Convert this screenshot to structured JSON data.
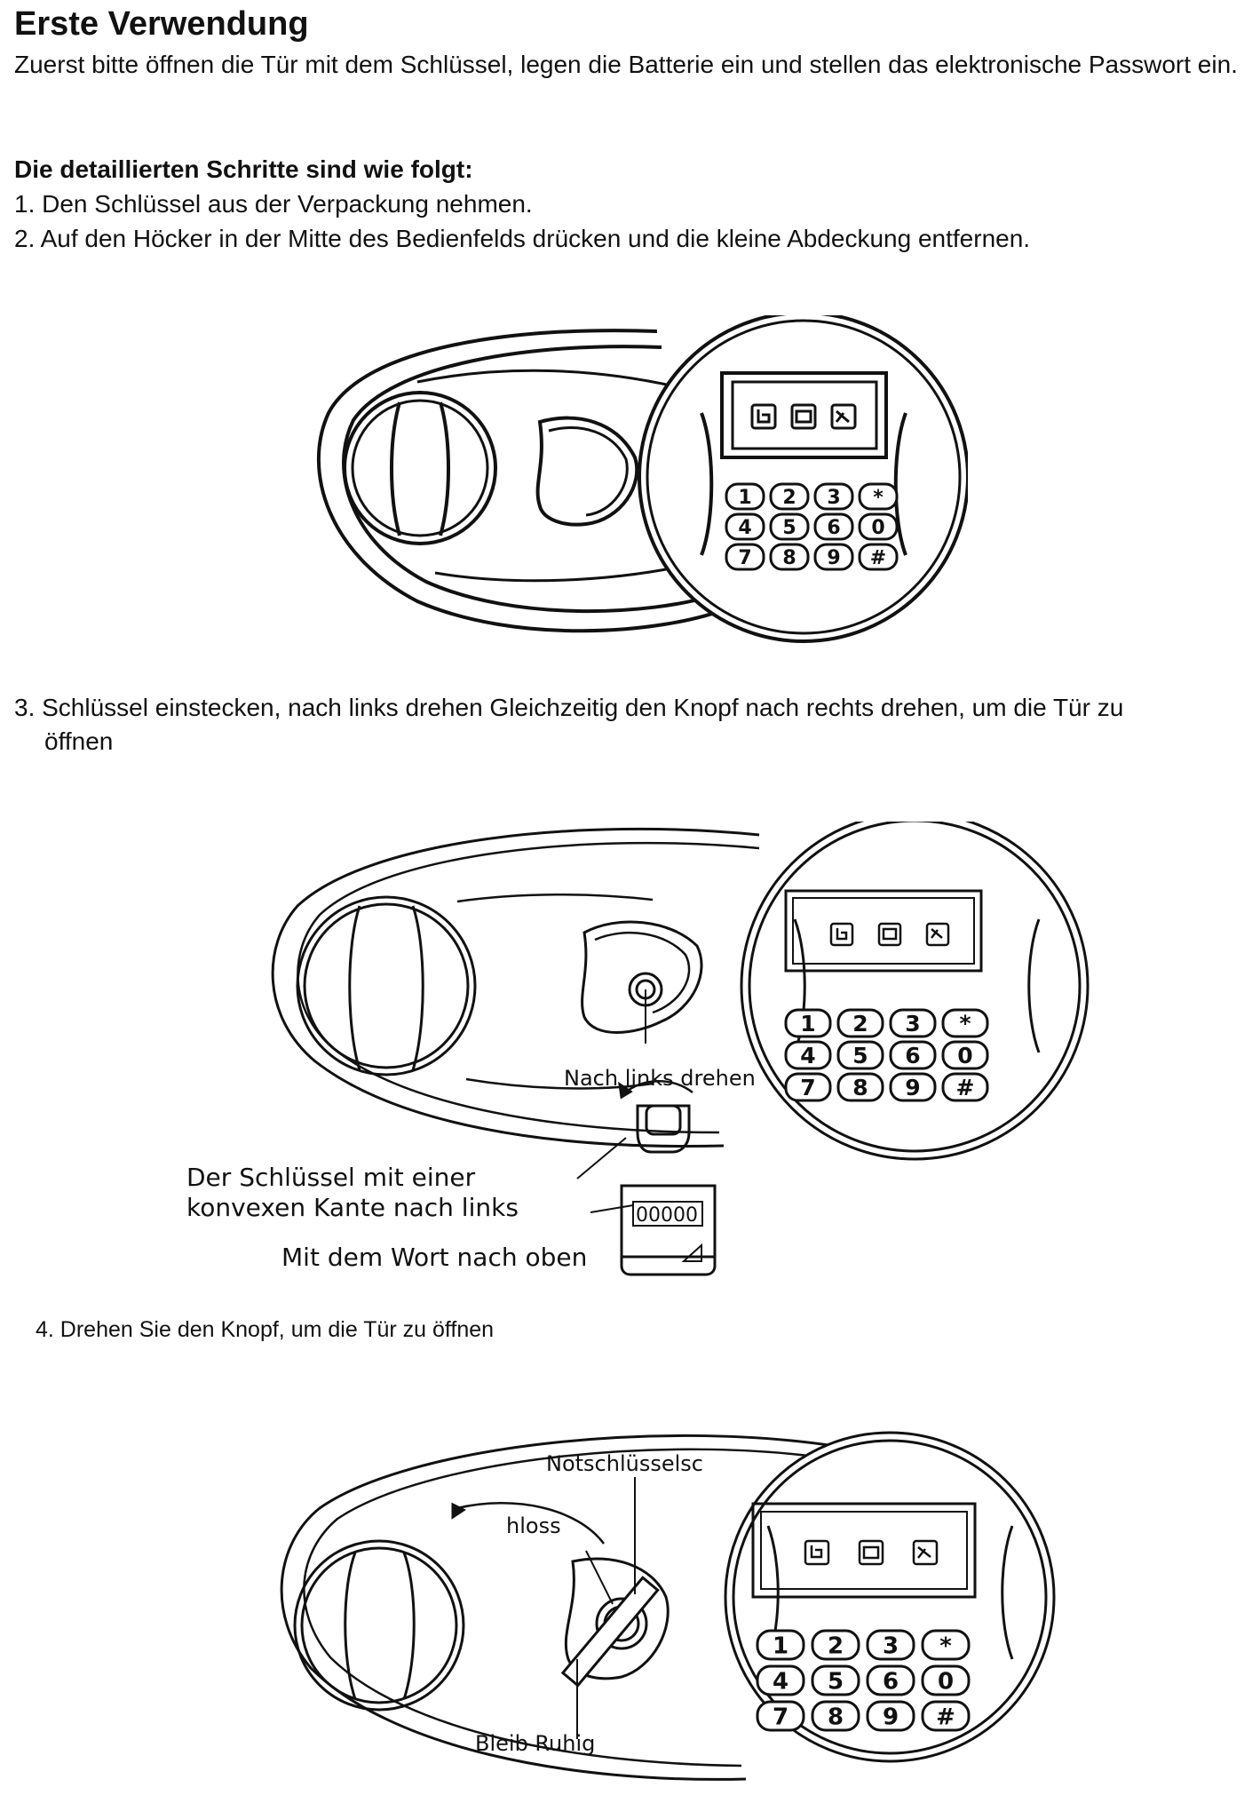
{
  "title": "Erste Verwendung",
  "intro": "Zuerst bitte öffnen die Tür mit dem Schlüssel, legen die Batterie ein und stellen das elektronische Passwort ein.",
  "subheading": "Die detaillierten Schritte sind wie folgt:",
  "steps": [
    "1. Den Schlüssel aus der Verpackung nehmen.",
    "2. Auf den Höcker in der Mitte des Bedienfelds drücken und die kleine Abdeckung entfernen.",
    "3. Schlüssel einstecken, nach links drehen Gleichzeitig den Knopf nach rechts drehen, um die Tür zu",
    "öffnen",
    "4. Drehen Sie den Knopf, um die Tür zu öffnen"
  ],
  "keypad": {
    "row1": [
      "1",
      "2",
      "3",
      "*"
    ],
    "row2": [
      "4",
      "5",
      "6",
      "0"
    ],
    "row3": [
      "7",
      "8",
      "9",
      "#"
    ]
  },
  "figure2": {
    "label_turn": "Nach links drehen",
    "label_key_line1": "Der Schlüssel mit einer",
    "label_key_line2": "konvexen Kante nach links",
    "label_word": "Mit dem Wort nach oben",
    "key_tag": "00000"
  },
  "figure3": {
    "label_emergency_1": "Notschlüsselsc",
    "label_emergency_2": "hloss",
    "label_still": "Bleib Ruhig"
  }
}
